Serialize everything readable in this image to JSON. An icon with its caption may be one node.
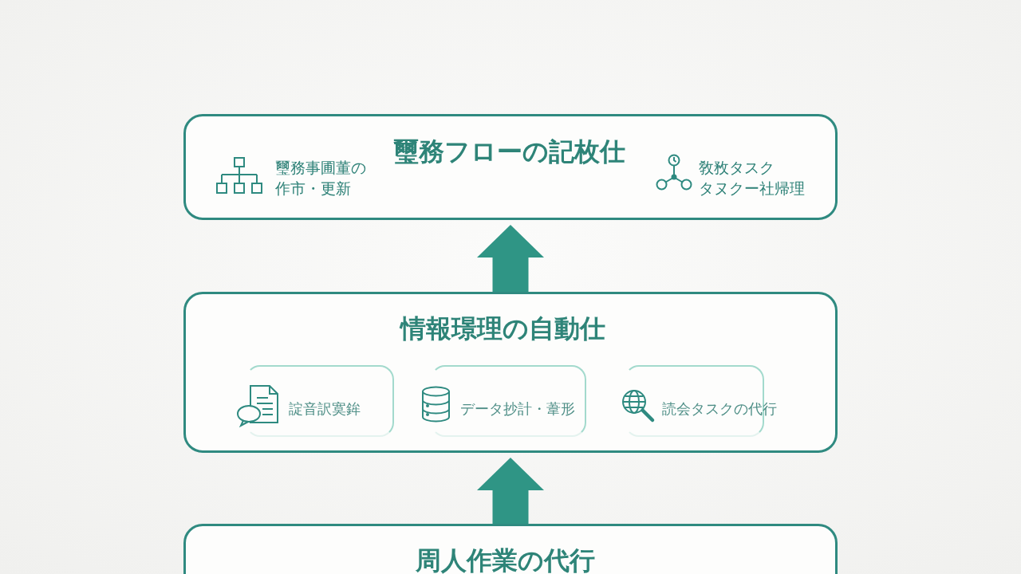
{
  "diagram": {
    "nodes": [
      {
        "text": [
          "璽務フローの記枚仕",
          "璽務事圃董の作市・更新",
          "敎敄タスクタヌクー社帰理"
        ]
      },
      {
        "text": [
          "情報璟理の自動仕"
        ]
      },
      {
        "text": [
          "諚音訳寞鉾"
        ],
        "in": 1
      },
      {
        "text": [
          "データ抄計・葦形"
        ],
        "in": 1
      },
      {
        "text": [
          "読会タスクの代行"
        ],
        "in": 1
      },
      {
        "text": [
          "周人作業の代行"
        ]
      }
    ],
    "edges": [
      {
        "from": 5,
        "to": 1,
        "arrow": "to"
      },
      {
        "from": 1,
        "to": 0,
        "arrow": "to"
      }
    ]
  }
}
